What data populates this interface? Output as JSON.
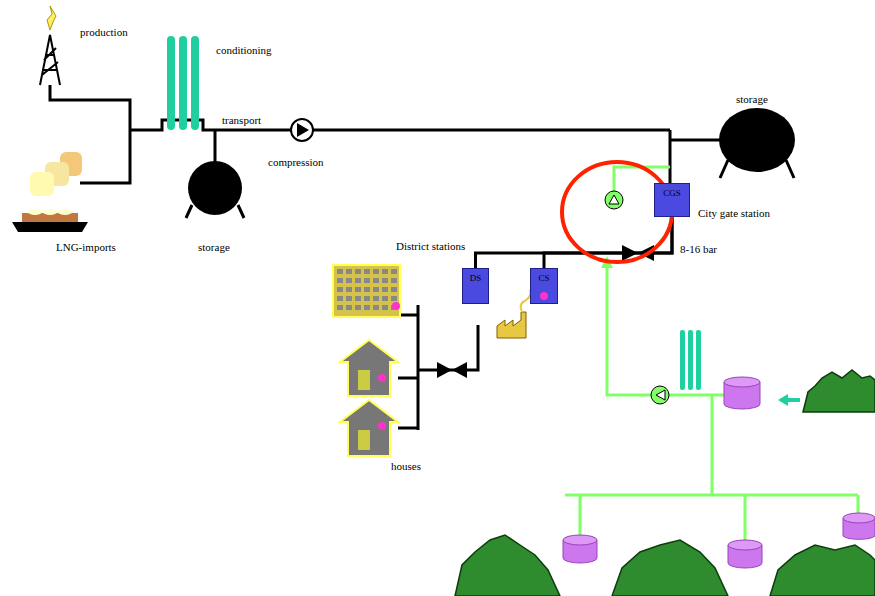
{
  "diagram": {
    "nodes": [
      {
        "text": [
          "CGS"
        ]
      },
      {
        "text": [
          "DS"
        ]
      },
      {
        "text": [
          "CS"
        ]
      }
    ],
    "edges": [
      {
        "from": 0,
        "to": 1,
        "arrow": "none"
      },
      {
        "from": 0,
        "to": 2,
        "arrow": "none"
      }
    ],
    "labels": [
      "production",
      "conditioning",
      "transport",
      "compression",
      "storage",
      "LNG-imports",
      "storage",
      "City gate station",
      "8-16 bar",
      "District stations",
      "houses"
    ]
  }
}
